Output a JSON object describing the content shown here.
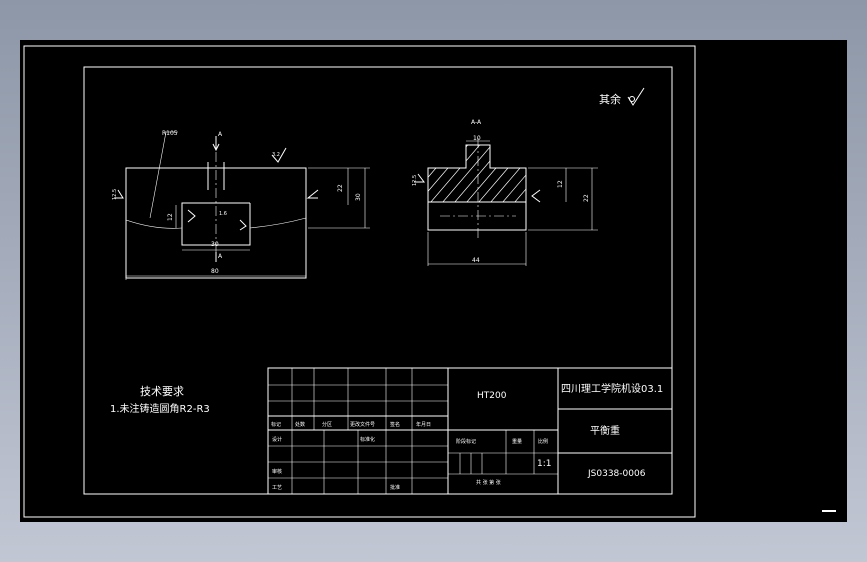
{
  "drawing": {
    "roughness_note": "其余",
    "section_label": "A-A",
    "view_arrow_label": "A",
    "tech_req_title": "技术要求",
    "tech_req_item": "1.未注铸造圆角R2-R3",
    "radius_label": "R105",
    "roughness_values": {
      "r12_5": "12.5",
      "r3_2": "3.2",
      "r1_6": "1.6"
    },
    "front_dims": {
      "width": "80",
      "height": "30",
      "upper": "22",
      "slot_width": "30",
      "slot_depth": "12"
    },
    "section_dims": {
      "width": "44",
      "height": "22",
      "top": "12",
      "key": "10"
    }
  },
  "title_block": {
    "material": "HT200",
    "school": "四川理工学院机设03.1",
    "part_name": "平衡重",
    "drawing_no": "JS0338-0006",
    "scale": "1:1",
    "labels": {
      "mark": "标记",
      "count": "处数",
      "zone": "分区",
      "change_doc": "更改文件号",
      "sign": "签名",
      "date": "年月日",
      "designer": "设计",
      "standardize": "标准化",
      "review": "审核",
      "process": "工艺",
      "approve": "批准",
      "stage_mark": "阶段标记",
      "weight": "重量",
      "ratio": "比例",
      "sheets": "共 张 第 张"
    }
  },
  "colors": {
    "background": "#000000",
    "line": "#ffffff",
    "desktop": "#a9b0bf"
  }
}
